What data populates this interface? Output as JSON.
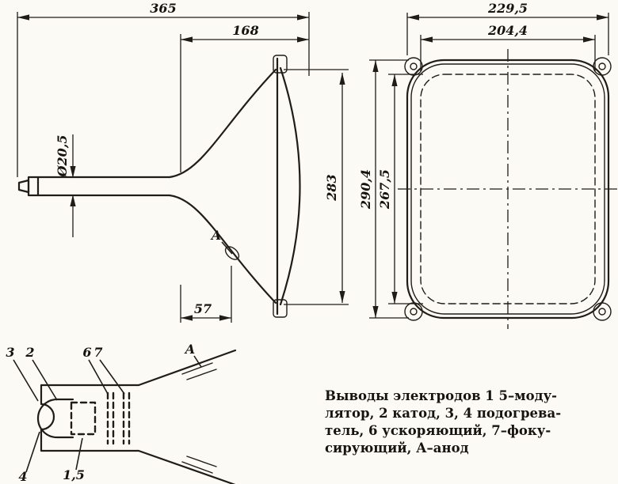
{
  "drawing": {
    "side_view": {
      "overall_length": "365",
      "cone_length": "168",
      "neck_diameter": "Ø20,5",
      "screen_height": "283",
      "anode_offset": "57",
      "anode_label": "A"
    },
    "front_view": {
      "overall_width": "229,5",
      "useful_width": "204,4",
      "overall_height": "290,4",
      "useful_height": "267,5"
    },
    "pinout": {
      "pin_3": "3",
      "pin_2": "2",
      "pin_6": "6",
      "pin_7": "7",
      "anode": "A",
      "pin_4": "4",
      "pin_1_5": "1,5"
    },
    "caption": {
      "lines": [
        "Выводы электродов 1 5–моду-",
        "лятор, 2 катод, 3, 4 подогрева-",
        "тель, 6 ускоряющий, 7–фоку-",
        "сирующий, А–анод"
      ]
    }
  }
}
